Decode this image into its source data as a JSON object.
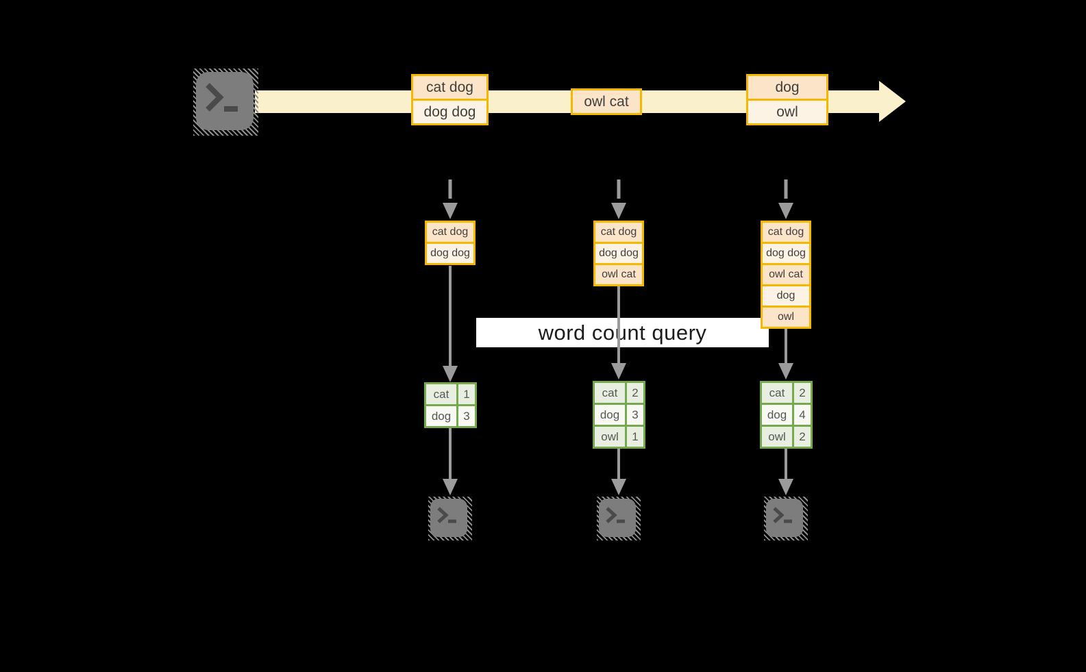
{
  "query": {
    "label": "word count query"
  },
  "stream_boxes": [
    {
      "rows": [
        "cat dog",
        "dog dog"
      ]
    },
    {
      "rows": [
        "owl cat"
      ]
    },
    {
      "rows": [
        "dog",
        "owl"
      ]
    }
  ],
  "batches": [
    {
      "rows": [
        "cat dog",
        "dog dog"
      ]
    },
    {
      "rows": [
        "cat dog",
        "dog dog",
        "owl cat"
      ]
    },
    {
      "rows": [
        "cat dog",
        "dog dog",
        "owl cat",
        "dog",
        "owl"
      ]
    }
  ],
  "result_tables": [
    {
      "rows": [
        {
          "word": "cat",
          "count": "1"
        },
        {
          "word": "dog",
          "count": "3"
        }
      ]
    },
    {
      "rows": [
        {
          "word": "cat",
          "count": "2"
        },
        {
          "word": "dog",
          "count": "3"
        },
        {
          "word": "owl",
          "count": "1"
        }
      ]
    },
    {
      "rows": [
        {
          "word": "cat",
          "count": "2"
        },
        {
          "word": "dog",
          "count": "4"
        },
        {
          "word": "owl",
          "count": "2"
        }
      ]
    }
  ],
  "icons": {
    "source": "terminal-icon",
    "sinks": [
      "terminal-icon",
      "terminal-icon",
      "terminal-icon"
    ]
  },
  "colors": {
    "background": "#000000",
    "stream_band": "#FAF0CC",
    "gold_border": "#F5B700",
    "peach_fill": "#FBE4C7",
    "cream_fill": "#FDF3E5",
    "green_border": "#74A94D",
    "sage_cell": "#E8EFE0",
    "white_cell": "#F7F9F2",
    "arrow_gray": "#9B9B9B",
    "terminal_gray": "#7D7D7D",
    "query_band": "#FFFFFF"
  }
}
